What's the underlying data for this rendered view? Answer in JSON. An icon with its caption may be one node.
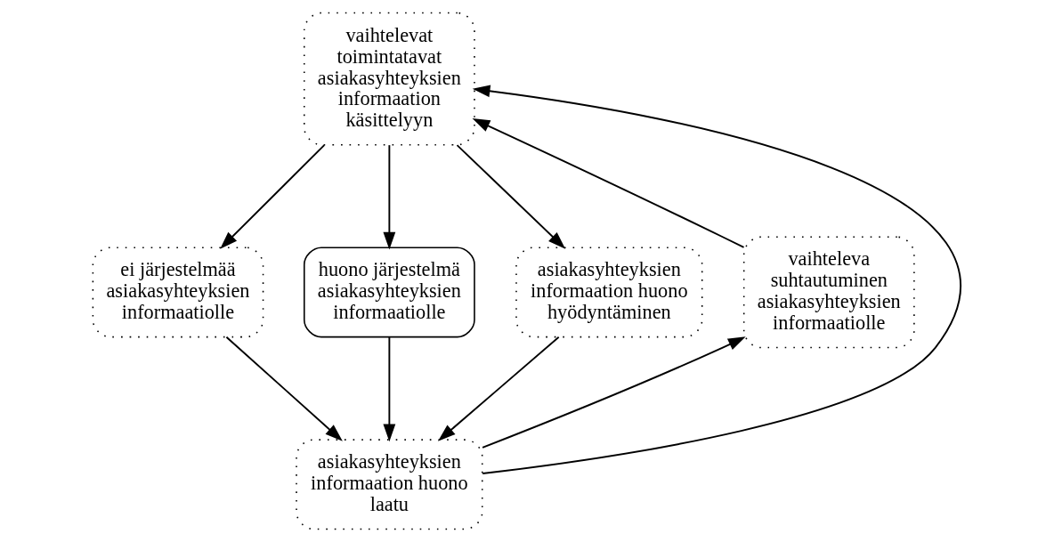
{
  "diagram": {
    "nodes": [
      {
        "text": [
          "vaihtelevat toimintatavat asiakasyhteyksien informaation käsittelyyn"
        ]
      },
      {
        "text": [
          "vaihteleva suhtautuminen asiakasyhteyksien informaatiolle"
        ]
      },
      {
        "text": [
          "ei järjestelmää asiakasyhteyksien informaatiolle"
        ]
      },
      {
        "text": [
          "huono järjestelmä asiakasyhteyksien informaatiolle"
        ]
      },
      {
        "text": [
          "asiakasyhteyksien informaation huono hyödyntäminen"
        ]
      },
      {
        "text": [
          "asiakasyhteyksien informaation huono laatu"
        ]
      }
    ],
    "edges": [
      {
        "from": 1,
        "to": 0,
        "arrow": "to"
      },
      {
        "from": 5,
        "to": 0,
        "arrow": "to"
      },
      {
        "from": 0,
        "to": 2,
        "arrow": "to"
      },
      {
        "from": 0,
        "to": 3,
        "arrow": "to"
      },
      {
        "from": 0,
        "to": 4,
        "arrow": "to"
      },
      {
        "from": 2,
        "to": 5,
        "arrow": "to"
      },
      {
        "from": 3,
        "to": 5,
        "arrow": "to"
      },
      {
        "from": 4,
        "to": 5,
        "arrow": "to"
      },
      {
        "from": 5,
        "to": 1,
        "arrow": "to"
      }
    ]
  }
}
